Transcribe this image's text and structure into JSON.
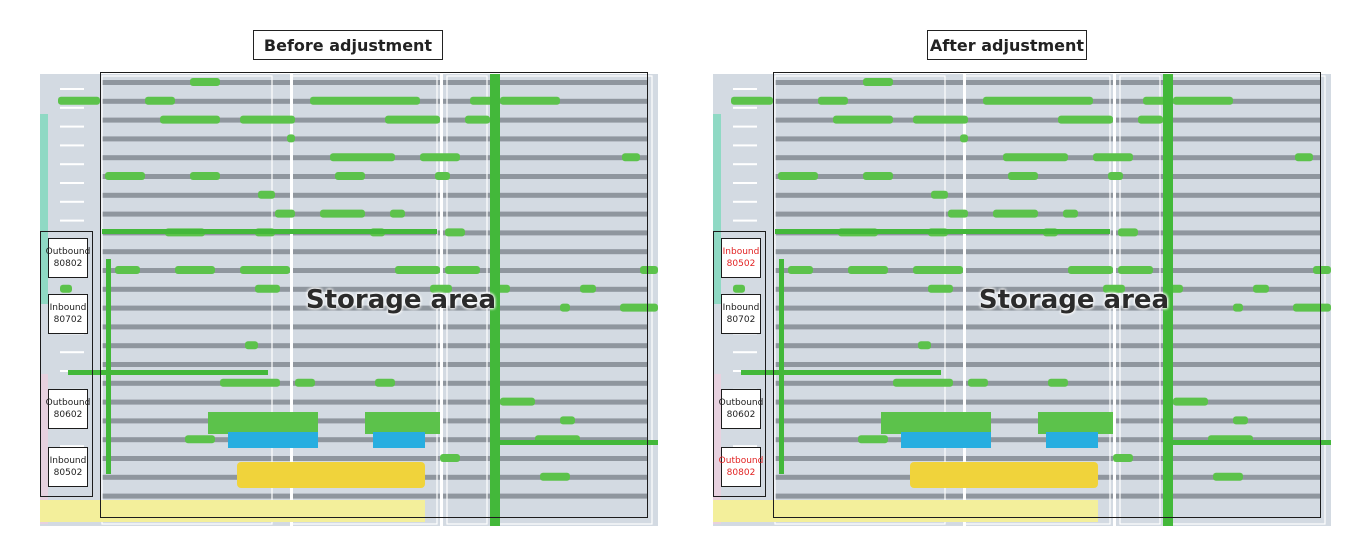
{
  "panels": [
    {
      "title": "Before adjustment",
      "area_label": "Storage area",
      "ports": [
        {
          "type": "Outbound",
          "code": "80802",
          "changed": false
        },
        {
          "type": "Inbound",
          "code": "80702",
          "changed": false
        },
        {
          "type": "Outbound",
          "code": "80602",
          "changed": false
        },
        {
          "type": "Inbound",
          "code": "80502",
          "changed": false
        }
      ]
    },
    {
      "title": "After adjustment",
      "area_label": "Storage area",
      "ports": [
        {
          "type": "Inbound",
          "code": "80502",
          "changed": true
        },
        {
          "type": "Inbound",
          "code": "80702",
          "changed": false
        },
        {
          "type": "Outbound",
          "code": "80602",
          "changed": false
        },
        {
          "type": "Outbound",
          "code": "80802",
          "changed": true
        }
      ]
    }
  ],
  "colors": {
    "floor": "#d3dae2",
    "rack": "#8f969e",
    "aisle": "#ffffff",
    "occupied": "#5cc24b",
    "main_track": "#43b83a",
    "station_blue": "#27aee0",
    "station_yellow": "#f0d33b",
    "changed_text": "#e22323"
  }
}
